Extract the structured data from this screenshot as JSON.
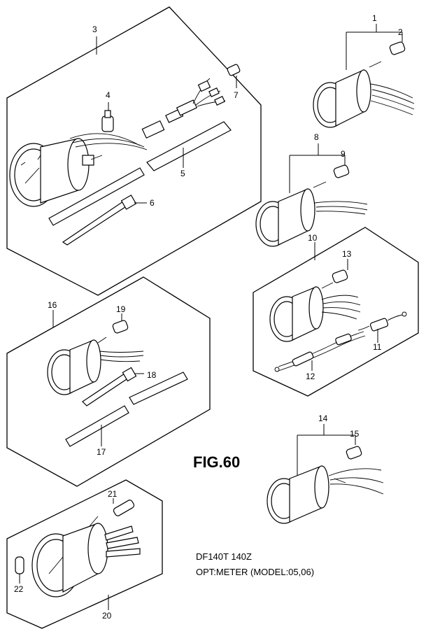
{
  "figure": {
    "label": "FIG.60",
    "caption_line1": "DF140T 140Z",
    "caption_line2": "OPT:METER (MODEL:05,06)"
  },
  "callouts": {
    "c1": "1",
    "c2": "2",
    "c3": "3",
    "c4": "4",
    "c5": "5",
    "c6": "6",
    "c7": "7",
    "c8": "8",
    "c9": "9",
    "c10": "10",
    "c11": "11",
    "c12": "12",
    "c13": "13",
    "c14": "14",
    "c15": "15",
    "c16": "16",
    "c17": "17",
    "c18": "18",
    "c19": "19",
    "c20": "20",
    "c21": "21",
    "c22": "22"
  }
}
